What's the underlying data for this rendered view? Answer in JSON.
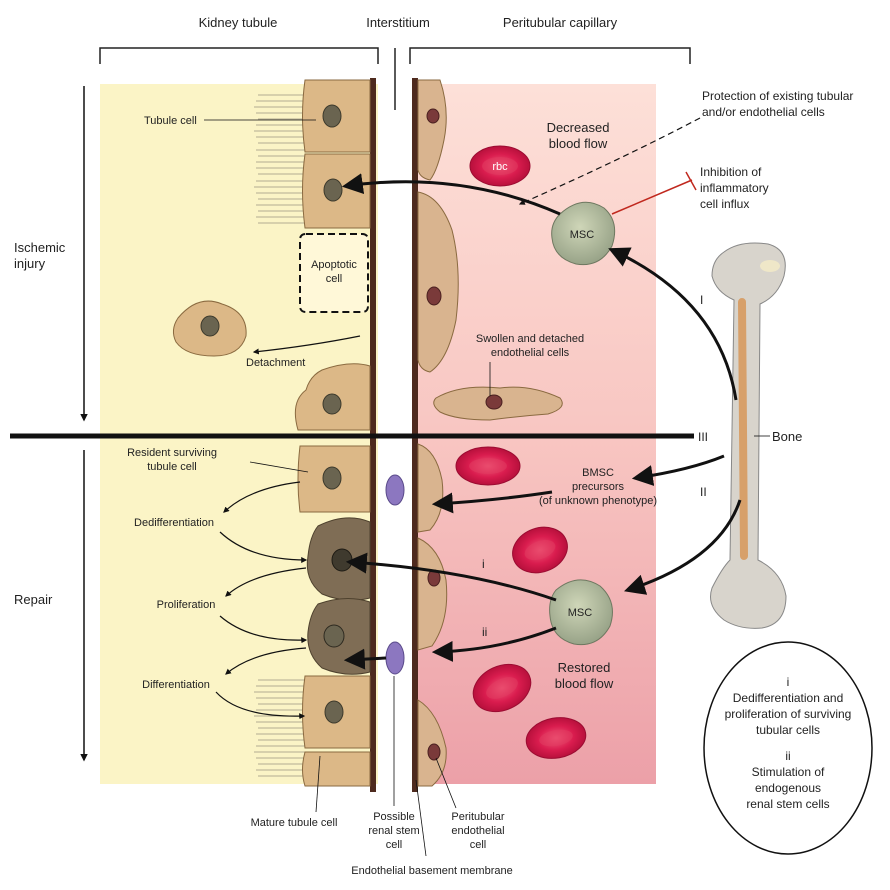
{
  "headers": {
    "kidney_tubule": "Kidney tubule",
    "interstitium": "Interstitium",
    "peritubular_capillary": "Peritubular capillary"
  },
  "phases": {
    "ischemic_line1": "Ischemic",
    "ischemic_line2": "injury",
    "repair": "Repair"
  },
  "labels": {
    "tubule_cell": "Tubule cell",
    "apoptotic_line1": "Apoptotic",
    "apoptotic_line2": "cell",
    "detachment": "Detachment",
    "rbc": "rbc",
    "decreased_line1": "Decreased",
    "decreased_line2": "blood flow",
    "protection_line1": "Protection of existing tubular",
    "protection_line2": "and/or endothelial cells",
    "inhibition_line1": "Inhibition of",
    "inhibition_line2": "inflammatory",
    "inhibition_line3": "cell influx",
    "msc_top": "MSC",
    "msc_bottom": "MSC",
    "swollen_line1": "Swollen and detached",
    "swollen_line2": "endothelial cells",
    "roman_I": "I",
    "roman_II": "II",
    "roman_III": "III",
    "bone": "Bone",
    "resident_line1": "Resident surviving",
    "resident_line2": "tubule cell",
    "bmsc_line1": "BMSC",
    "bmsc_line2": "precursors",
    "bmsc_line3": "(of unknown phenotype)",
    "dedifferentiation": "Dedifferentiation",
    "proliferation": "Proliferation",
    "differentiation": "Differentiation",
    "small_i": "i",
    "small_ii": "ii",
    "restored_line1": "Restored",
    "restored_line2": "blood flow",
    "mature": "Mature tubule cell",
    "stem_line1": "Possible",
    "stem_line2": "renal stem",
    "stem_line3": "cell",
    "endo_line1": "Peritubular",
    "endo_line2": "endothelial",
    "endo_line3": "cell",
    "basement": "Endothelial basement membrane"
  },
  "legend": {
    "i": "i",
    "i_line1": "Dedifferentiation and",
    "i_line2": "proliferation of surviving",
    "i_line3": "tubular cells",
    "ii": "ii",
    "ii_line1": "Stimulation of",
    "ii_line2": "endogenous",
    "ii_line3": "renal stem cells"
  },
  "colors": {
    "tubule_bg": "#fbf4c4",
    "capillary_top": "#fbd7cf",
    "capillary_bottom": "#eea6ac",
    "cell_fill": "#dcb887",
    "cell_stroke": "#8a6a40",
    "nucleus": "#5f5a45",
    "rbc": "#d81c4e",
    "msc": "#b9c2a2",
    "stem": "#8c77c0",
    "membrane": "#5b2a20",
    "bone": "#d6d2ca"
  }
}
